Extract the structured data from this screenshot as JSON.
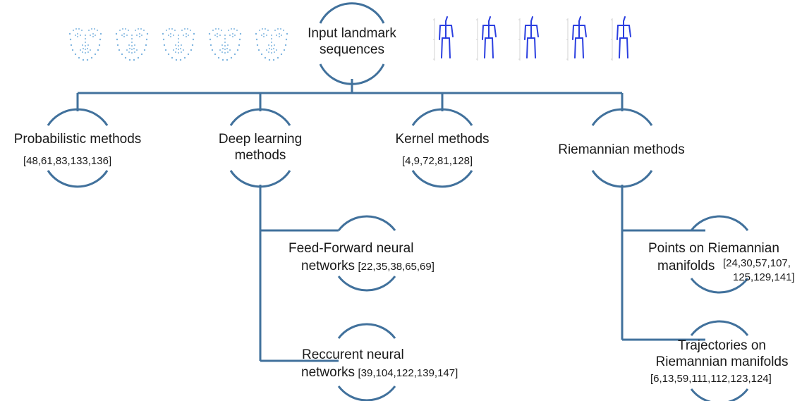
{
  "root": {
    "line1": "Input landmark",
    "line2": "sequences"
  },
  "probabilistic": {
    "title": "Probabilistic methods",
    "refs": "[48,61,83,133,136]"
  },
  "deep": {
    "title1": "Deep learning",
    "title2": "methods",
    "ff": {
      "line1": "Feed-Forward neural",
      "line2_text": "networks",
      "refs": "[22,35,38,65,69]"
    },
    "rnn": {
      "line1": "Reccurent neural",
      "line2_text": "networks",
      "refs": "[39,104,122,139,147]"
    }
  },
  "kernel": {
    "title": "Kernel methods",
    "refs": "[4,9,72,81,128]"
  },
  "riemannian": {
    "title": "Riemannian methods",
    "points": {
      "line1": "Points on Riemannian",
      "line2_text": "manifolds",
      "refs1": "[24,30,57,107,",
      "refs2": "125,129,141]"
    },
    "traj": {
      "line1": "Trajectories on",
      "line2": "Riemannian manifolds",
      "refs": "[6,13,59,111,112,123,124]"
    }
  },
  "colors": {
    "line": "#41719c",
    "face_dots": "#7fb5e0",
    "skeleton": "#2b3fe0"
  },
  "icons": {
    "faces": "face-landmark-icon",
    "skeletons": "skeleton-icon"
  }
}
